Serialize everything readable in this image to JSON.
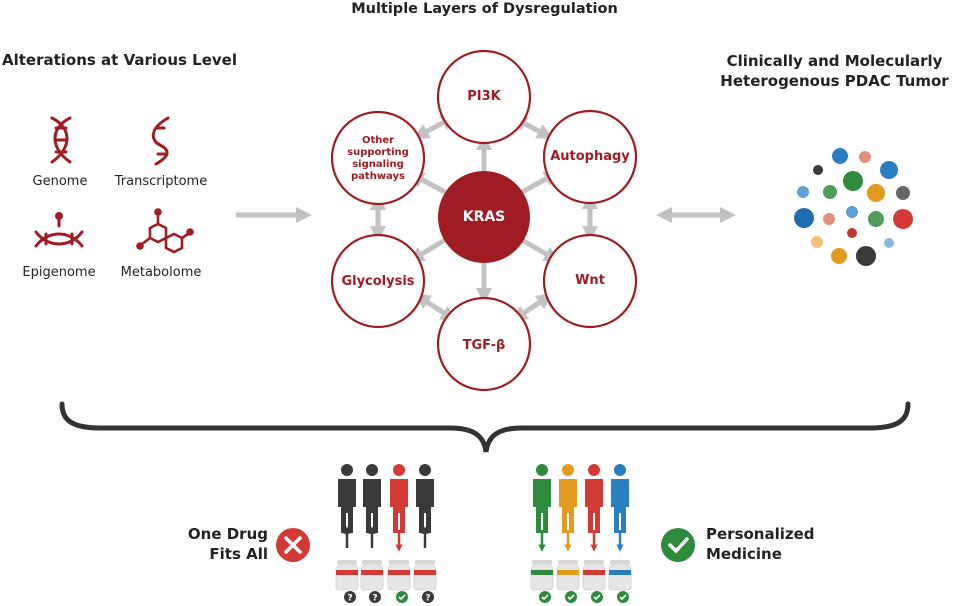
{
  "title": "Multiple Layers of Dysregulation",
  "left_panel": {
    "title": "Alterations at Various Level",
    "items": [
      {
        "label": "Genome",
        "icon": "dna-icon"
      },
      {
        "label": "Transcriptome",
        "icon": "rna-icon"
      },
      {
        "label": "Epigenome",
        "icon": "epigenome-dna-icon"
      },
      {
        "label": "Metabolome",
        "icon": "molecule-icon"
      }
    ]
  },
  "network": {
    "center": "KRAS",
    "nodes": [
      "PI3K",
      "Autophagy",
      "Wnt",
      "TGF-β",
      "Glycolysis"
    ],
    "other_node": [
      "Other",
      "supporting",
      "signaling",
      "pathways"
    ]
  },
  "right_panel": {
    "title_line1": "Clinically and Molecularly",
    "title_line2": "Heterogenous PDAC Tumor"
  },
  "bottom": {
    "left_line1": "One Drug",
    "left_line2": "Fits All",
    "right_line1": "Personalized",
    "right_line2": "Medicine"
  },
  "colors": {
    "dark_red": "#a01c22",
    "gray_arrow": "#c2c2c2",
    "dark_figure": "#3a3a3a",
    "red_figure": "#d33a35",
    "green": "#2e8b3e",
    "orange": "#e39a1e",
    "blue": "#2a7fc0",
    "check_green": "#2e8b3e",
    "cross_red": "#d33a35"
  }
}
